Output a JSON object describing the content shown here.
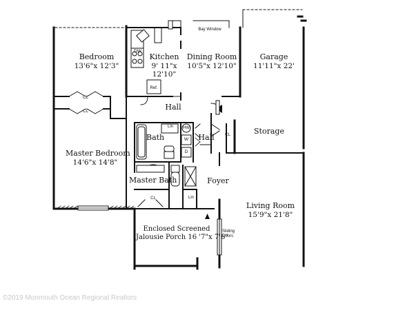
{
  "rooms": {
    "bedroom": {
      "name": "Bedroom",
      "dims": "13'6\"x 12'3\""
    },
    "kitchen": {
      "name": "Kitchen",
      "dims_line1": "9' 11\"x",
      "dims_line2": "12'10\""
    },
    "dining": {
      "name": "Dining Room",
      "dims": "10'5\"x 12'10\""
    },
    "garage": {
      "name": "Garage",
      "dims": "11'11\"x 22'"
    },
    "master_bedroom": {
      "name": "Master Bedroom",
      "dims": "14'6\"x 14'8\""
    },
    "living": {
      "name": "Living Room",
      "dims": "15'9\"x 21'8\""
    },
    "porch": {
      "line1": "Enclosed Screened",
      "line2": "Jalousie Porch 16 '7\"x 7'6\""
    }
  },
  "labels": {
    "bay_window": "Bay Window",
    "hall_upper": "Hall",
    "hall_lower": "Hall",
    "storage": "Storage",
    "bath": "Bath",
    "master_bath": "Master Bath",
    "foyer": "Foyer",
    "sliding_line1": "Sliding",
    "sliding_line2": "Doors",
    "cl_bedroom_top": "CL",
    "cl_bedroom_bottom": "CL",
    "cl_hall": "CL",
    "cl_master_bath": "CL",
    "dw": "DW",
    "ref": "Ref.",
    "lin_top": "Lin",
    "lin_bottom": "Lin",
    "hw": "HW",
    "w": "W",
    "d": "D"
  },
  "copyright": "©2019 Monmouth Ocean Regional Realtors"
}
